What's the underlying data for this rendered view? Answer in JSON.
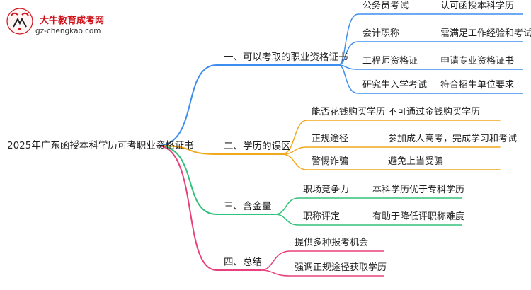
{
  "logo": {
    "title": "大牛教育成考网",
    "url": "gz-chengkao.com"
  },
  "root": "2025年广东函授本科学历可考职业资格证书",
  "branches": [
    {
      "label": "一、可以考取的职业资格证书",
      "color": "#3d8ef0",
      "children": [
        {
          "topic": "公务员考试",
          "detail": "认可函授本科学历"
        },
        {
          "topic": "会计职称",
          "detail": "需满足工作经验和考试要求"
        },
        {
          "topic": "工程师资格证",
          "detail": "申请专业资格证书"
        },
        {
          "topic": "研究生入学考试",
          "detail": "符合招生单位要求"
        }
      ]
    },
    {
      "label": "二、学历的误区",
      "color": "#f0a81c",
      "children": [
        {
          "topic": "能否花钱购买学历",
          "detail": "不可通过金钱购买学历"
        },
        {
          "topic": "正规途径",
          "detail": "参加成人高考，完成学习和考试"
        },
        {
          "topic": "警惕诈骗",
          "detail": "避免上当受骗"
        }
      ]
    },
    {
      "label": "三、含金量",
      "color": "#33c27a",
      "children": [
        {
          "topic": "职场竞争力",
          "detail": "本科学历优于专科学历"
        },
        {
          "topic": "职称评定",
          "detail": "有助于降低评职称难度"
        }
      ]
    },
    {
      "label": "四、总结",
      "color": "#e8407c",
      "children": [
        {
          "topic": "提供多种报考机会",
          "detail": ""
        },
        {
          "topic": "强调正规途径获取学历",
          "detail": ""
        }
      ]
    }
  ]
}
